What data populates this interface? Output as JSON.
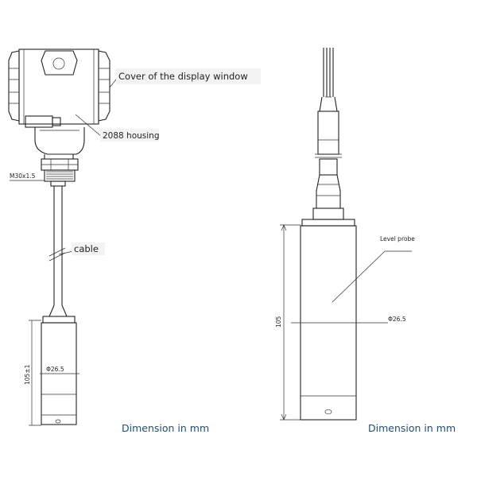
{
  "left": {
    "callouts": {
      "display_cover": "Cover of the display window",
      "housing": "2088 housing",
      "cable": "cable"
    },
    "thread": "M30x1.5",
    "diameter": "Φ26.5",
    "length": "105±1",
    "caption": "Dimension in mm"
  },
  "right": {
    "probe_label": "Level probe",
    "diameter": "Φ26.5",
    "length": "105",
    "caption": "Dimension in mm"
  }
}
